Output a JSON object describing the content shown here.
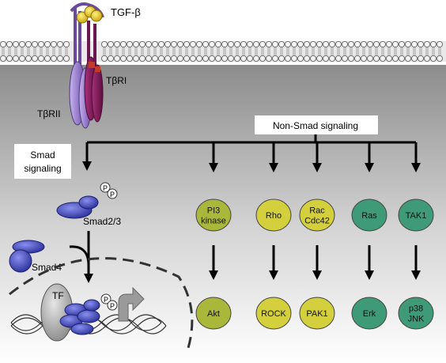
{
  "labels": {
    "ligand": "TGF-β",
    "receptor_type1": "TβRI",
    "receptor_type2": "TβRII",
    "smad_signaling_line1": "Smad",
    "smad_signaling_line2": "signaling",
    "non_smad_signaling": "Non-Smad signaling",
    "smad23": "Smad2/3",
    "smad4": "Smad4",
    "tf": "TF",
    "phospho": "P"
  },
  "pathways": [
    {
      "upstream": [
        "PI3",
        "kinase"
      ],
      "downstream": [
        "Akt"
      ],
      "color": "#a9b83a"
    },
    {
      "upstream": [
        "Rho"
      ],
      "downstream": [
        "ROCK"
      ],
      "color": "#d4cf3c"
    },
    {
      "upstream": [
        "Rac",
        "Cdc42"
      ],
      "downstream": [
        "PAK1"
      ],
      "color": "#d4cf3c"
    },
    {
      "upstream": [
        "Ras"
      ],
      "downstream": [
        "Erk"
      ],
      "color": "#3f9a78"
    },
    {
      "upstream": [
        "TAK1"
      ],
      "downstream": [
        "p38",
        "JNK"
      ],
      "color": "#3f9a78"
    }
  ],
  "colors": {
    "membrane_bead": "#f2f2f2",
    "cytoplasm_top": "#8a8a8a",
    "smad": "#3a3fb0",
    "receptor_type1": "#7a1a57",
    "receptor_type2": "#9b7fc9",
    "ligand": "#e8c820"
  }
}
